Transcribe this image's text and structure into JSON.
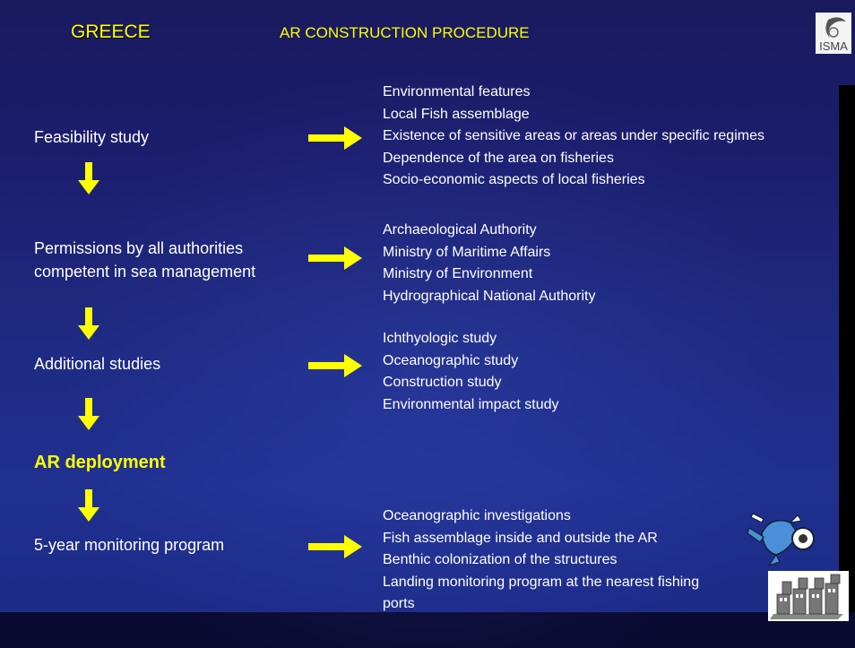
{
  "header": {
    "country": "GREECE",
    "title": "AR CONSTRUCTION PROCEDURE",
    "logo_text": "ISMA"
  },
  "steps": [
    {
      "label": "Feasibility study",
      "details": [
        "Environmental features",
        "Local Fish assemblage",
        "Existence of sensitive areas or areas under specific regimes",
        "Dependence of the area on fisheries",
        "Socio-economic aspects of local fisheries"
      ]
    },
    {
      "label_lines": [
        "Permissions by all authorities",
        "competent in sea management"
      ],
      "details": [
        "Archaeological Authority",
        "Ministry of Maritime Affairs",
        "Ministry of Environment",
        "Hydrographical National Authority"
      ]
    },
    {
      "label": "Additional studies",
      "details": [
        "Ichthyologic study",
        "Oceanographic study",
        "Construction study",
        "Environmental impact study"
      ]
    },
    {
      "label": "AR deployment",
      "details": []
    },
    {
      "label": "5-year monitoring program",
      "details": [
        "Oceanographic investigations",
        "Fish assemblage inside and outside the AR",
        "Benthic colonization of the  structures",
        "Landing monitoring program at the nearest fishing",
        "ports"
      ]
    }
  ],
  "colors": {
    "accent": "#ffff00",
    "text": "#ffffff",
    "background": "#1e2a80"
  }
}
